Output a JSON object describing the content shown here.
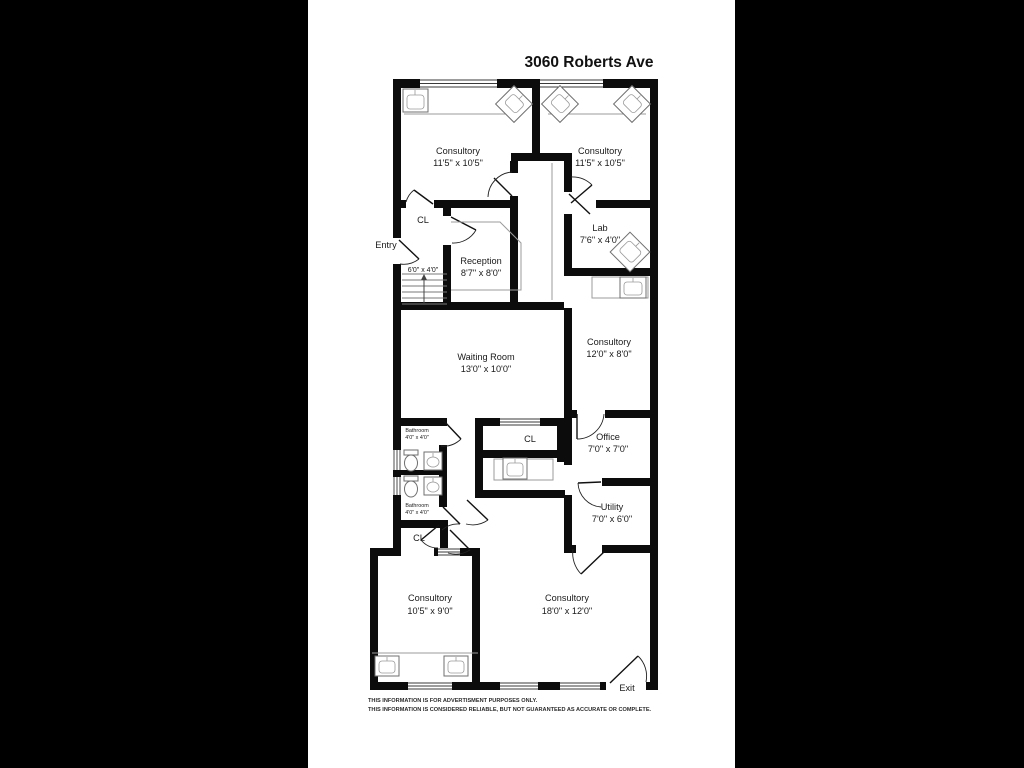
{
  "title": "3060 Roberts Ave",
  "rooms": {
    "consultory_tl": {
      "name": "Consultory",
      "dims": "11'5\" x 10'5\""
    },
    "consultory_tr": {
      "name": "Consultory",
      "dims": "11'5\" x 10'5\""
    },
    "lab": {
      "name": "Lab",
      "dims": "7'6\" x 4'0\""
    },
    "reception": {
      "name": "Reception",
      "dims": "8'7\" x 8'0\""
    },
    "vestibule": {
      "dims": "6'0\" x 4'0\""
    },
    "waiting_room": {
      "name": "Waiting Room",
      "dims": "13'0\" x 10'0\""
    },
    "consultory_right": {
      "name": "Consultory",
      "dims": "12'0\" x 8'0\""
    },
    "office": {
      "name": "Office",
      "dims": "7'0\" x 7'0\""
    },
    "utility": {
      "name": "Utility",
      "dims": "7'0\" x 6'0\""
    },
    "bathroom_upper": {
      "name": "Bathroom",
      "dims": "4'0\" x 4'0\""
    },
    "bathroom_lower": {
      "name": "Bathroom",
      "dims": "4'0\" x 4'0\""
    },
    "consultory_bl": {
      "name": "Consultory",
      "dims": "10'5\" x 9'0\""
    },
    "consultory_br": {
      "name": "Consultory",
      "dims": "18'0\" x 12'0\""
    },
    "closet_top": {
      "name": "CL"
    },
    "closet_middle": {
      "name": "CL"
    },
    "closet_bottom": {
      "name": "CL"
    }
  },
  "annotations": {
    "entry": "Entry",
    "exit": "Exit"
  },
  "disclaimer": {
    "line1": "THIS INFORMATION IS FOR ADVERTISMENT PURPOSES ONLY.",
    "line2": "THIS INFORMATION IS CONSIDERED RELIABLE, BUT NOT GUARANTEED AS ACCURATE OR COMPLETE."
  },
  "icons": {
    "sink": "sink-icon",
    "toilet": "toilet-icon",
    "stairs": "stairs-up-icon",
    "door": "door-swing-icon",
    "window": "window-icon"
  },
  "colors": {
    "wall": "#0c0c0c",
    "matte": "#000000",
    "page": "#ffffff",
    "counter": "#9b9b9b",
    "text": "#1a1a1a"
  }
}
